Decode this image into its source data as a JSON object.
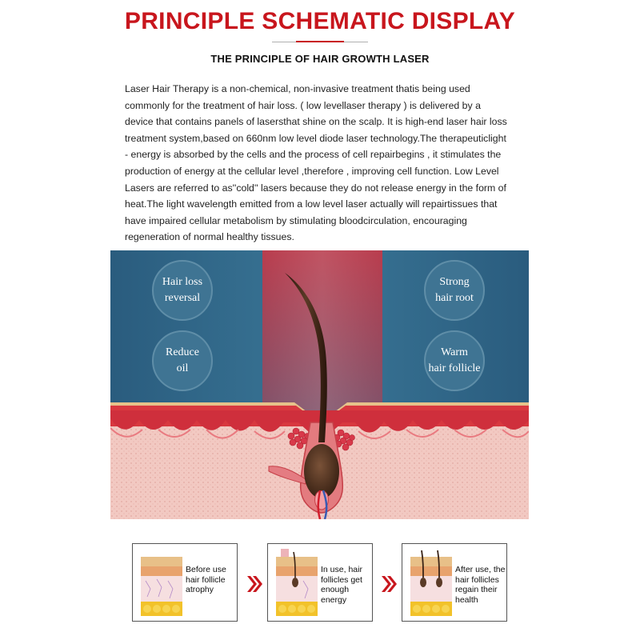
{
  "header": {
    "title": "PRINCIPLE SCHEMATIC DISPLAY",
    "subtitle": "THE PRINCIPLE OF HAIR GROWTH LASER"
  },
  "intro": {
    "lines": [
      "Laser Hair Therapy is a non-chemical, non-invasive treatment thatis being used",
      "commonly for the treatment of hair loss. ( low levellaser therapy ) is delivered by a",
      "device that contains panels of lasersthat shine on the scalp. It is high-end laser hair loss",
      "treatment system,based on 660nm low level diode laser technology.The therapeuticlight",
      "- energy is absorbed by the cells and the process of cell repairbegins , it stimulates the",
      "production of energy at the cellular level ,therefore , improving cell function. Low Level",
      "Lasers are referred to as''cold'' lasers because they do not release energy in the form of",
      "heat.The light wavelength emitted from a low level laser actually will repairtissues that",
      "have impaired cellular metabolism by stimulating bloodcirculation, encouraging",
      "regeneration of normal healthy tissues."
    ]
  },
  "benefits": [
    {
      "line1": "Hair loss",
      "line2": "reversal"
    },
    {
      "line1": "Strong",
      "line2": "hair root"
    },
    {
      "line1": "Reduce",
      "line2": "oil"
    },
    {
      "line1": "Warm",
      "line2": "hair follicle"
    }
  ],
  "steps": [
    {
      "line1": "Before use",
      "line2": "hair follicle",
      "line3": "atrophy",
      "line4": ""
    },
    {
      "line1": "In use, hair",
      "line2": "follicles get",
      "line3": "enough",
      "line4": "energy"
    },
    {
      "line1": "After use, the",
      "line2": "hair follicles",
      "line3": "regain their",
      "line4": "health"
    }
  ],
  "colors": {
    "title_red": "#c8161d",
    "scene_blue": "#2e6384",
    "laser_red": "#c0394a",
    "skin_red": "#d83b45",
    "dermis_pink": "#f1c6c0",
    "hair_brown": "#3b2417"
  }
}
